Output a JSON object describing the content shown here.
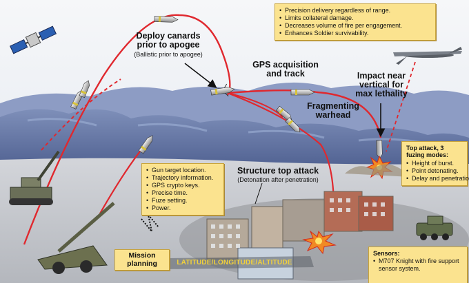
{
  "labels": {
    "deploy_canards": "Deploy canards prior to apogee",
    "ballistic_note": "(Ballistic prior to apogee)",
    "gps_acquisition": "GPS acquisition and track",
    "impact_near_vertical": "Impact near vertical for max lethality",
    "fragmenting_warhead": "Fragmenting warhead",
    "structure_top_attack": "Structure top attack",
    "detonation_note": "(Detonation after penetration)",
    "mission_planning": "Mission planning",
    "lat_long_alt": "LATITUDE/LONGITUDE/ALTITUDE"
  },
  "benefits_box": {
    "items": [
      "Precision delivery regardless of range.",
      "Limits collateral damage.",
      "Decreases volume of fire per engagement.",
      "Enhances Soldier survivability."
    ]
  },
  "top_attack_box": {
    "title": "Top attack, 3 fuzing modes:",
    "items": [
      "Height of burst.",
      "Point detonating.",
      "Delay and penetration."
    ]
  },
  "gun_box": {
    "items": [
      "Gun target location.",
      "Trajectory information.",
      "GPS crypto keys.",
      "Precise time.",
      "Fuze setting.",
      "Power."
    ]
  },
  "sensors_box": {
    "title": "Sensors:",
    "items": [
      "M707 Knight with fire support sensor system."
    ]
  },
  "colors": {
    "trajectory": "#e0282e",
    "callout_box": "#fbe38f",
    "sky": "#f2f4f7",
    "mountains": "#5d6f9e",
    "ground": "#c9cbd0"
  }
}
